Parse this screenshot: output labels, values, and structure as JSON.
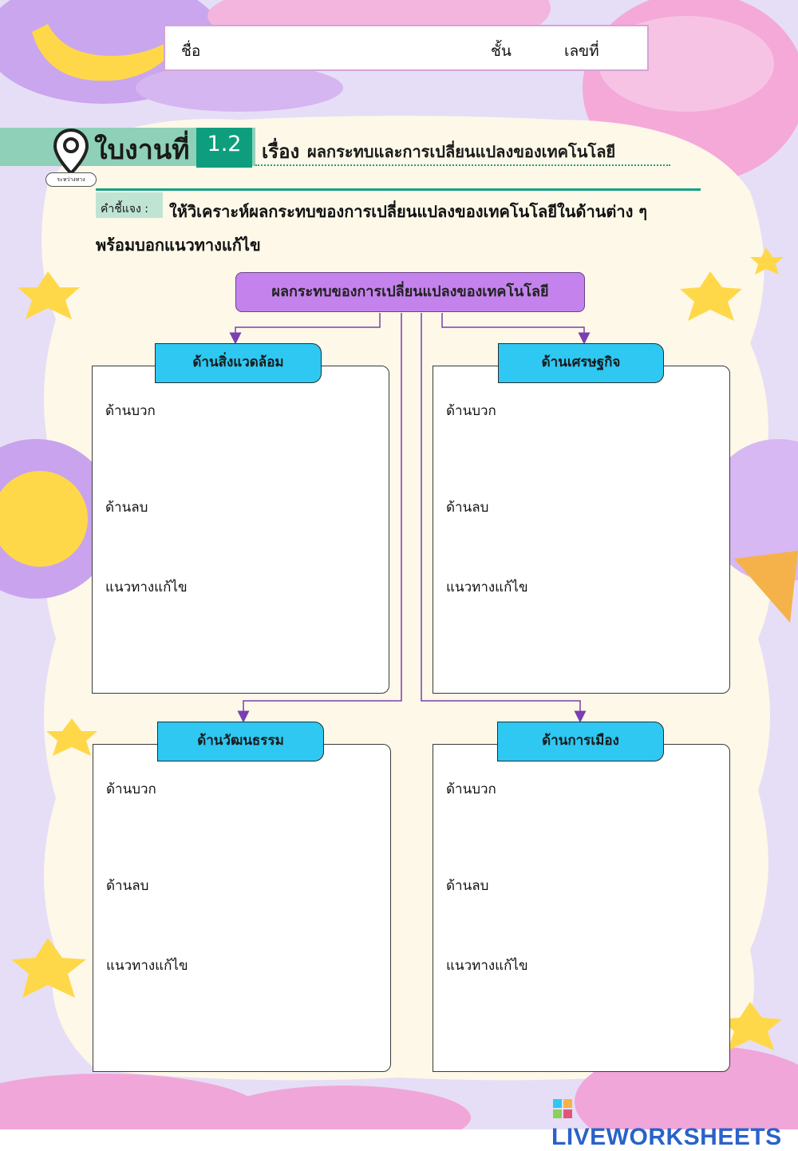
{
  "name_box": {
    "name_label": "ชื่อ",
    "class_label": "ชั้น",
    "number_label": "เลขที่"
  },
  "header": {
    "sheet_word": "ใบงานที่",
    "sheet_number": "1.2",
    "topic_label": "เรื่อง",
    "topic_title": "ผลกระทบและการเปลี่ยนแปลงของเทคโนโลยี",
    "pin_tag": "ระหว่างทาง"
  },
  "instruction": {
    "tag": "คำชี้แจง :",
    "line1": "ให้วิเคราะห์ผลกระทบของการเปลี่ยนแปลงของเทคโนโลยีในด้านต่าง ๆ",
    "line2": "พร้อมบอกแนวทางแก้ไข"
  },
  "diagram": {
    "main_title": "ผลกระทบของการเปลี่ยนแปลงของเทคโนโลยี",
    "panels": [
      {
        "title": "ด้านสิ่งแวดล้อม",
        "positive": "ด้านบวก",
        "negative": "ด้านลบ",
        "solution": "แนวทางแก้ไข"
      },
      {
        "title": "ด้านเศรษฐกิจ",
        "positive": "ด้านบวก",
        "negative": "ด้านลบ",
        "solution": "แนวทางแก้ไข"
      },
      {
        "title": "ด้านวัฒนธรรม",
        "positive": "ด้านบวก",
        "negative": "ด้านลบ",
        "solution": "แนวทางแก้ไข"
      },
      {
        "title": "ด้านการเมือง",
        "positive": "ด้านบวก",
        "negative": "ด้านลบ",
        "solution": "แนวทางแก้ไข"
      }
    ]
  },
  "footer": {
    "brand": "LIVEWORKSHEETS"
  },
  "colors": {
    "background": "#e8e0f7",
    "title_box": "#c483ec",
    "category_box": "#2ec8f2",
    "accent_green": "#0e9e7e",
    "connector": "#7a3fb0"
  }
}
